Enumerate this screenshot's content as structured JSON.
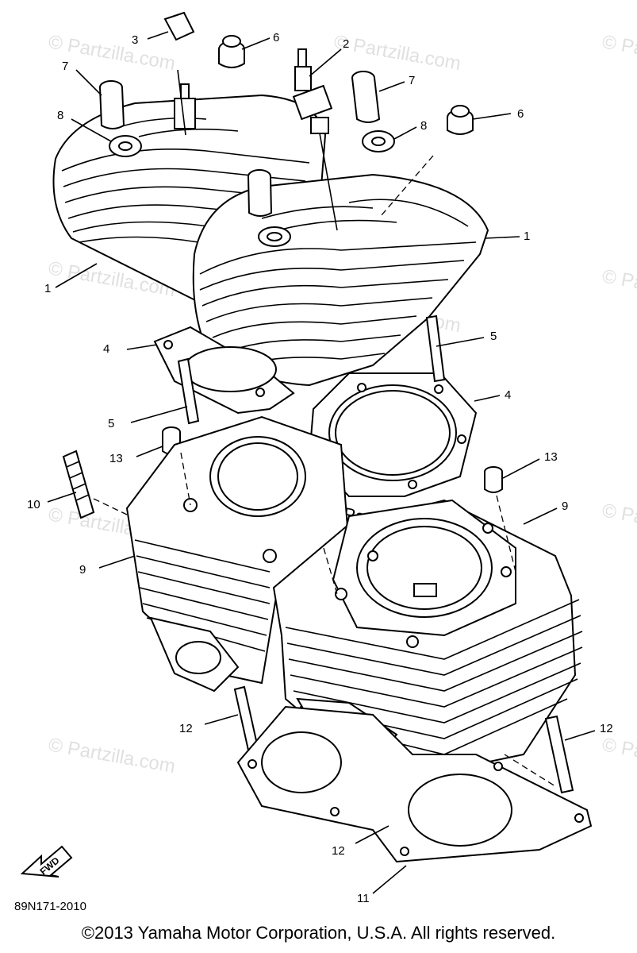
{
  "diagram": {
    "callouts": {
      "c1a": "1",
      "c1b": "1",
      "c2": "2",
      "c3": "3",
      "c4a": "4",
      "c4b": "4",
      "c5a": "5",
      "c5b": "5",
      "c6a": "6",
      "c6b": "6",
      "c7a": "7",
      "c7b": "7",
      "c8a": "8",
      "c8b": "8",
      "c9a": "9",
      "c9b": "9",
      "c10": "10",
      "c11": "11",
      "c12a": "12",
      "c12b": "12",
      "c12c": "12",
      "c13a": "13",
      "c13b": "13"
    },
    "fwd_label": "FWD",
    "drawing_code": "89N171-2010",
    "watermark": "© Partzilla.com",
    "watermark_main": "© Partzilla.com"
  },
  "footer": {
    "copyright": "©2013 Yamaha Motor Corporation, U.S.A. All rights reserved."
  },
  "colors": {
    "ink": "#000000",
    "paper": "#ffffff",
    "watermark": "#c8c8c8"
  }
}
